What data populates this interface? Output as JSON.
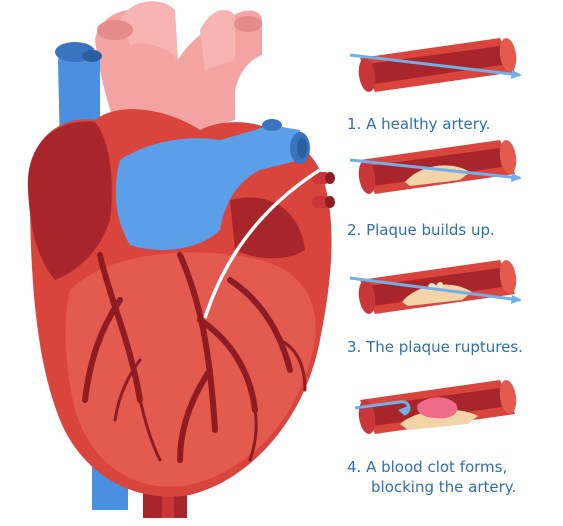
{
  "steps": [
    {
      "number": "1.",
      "text": "A healthy artery."
    },
    {
      "number": "2.",
      "text": "Plaque builds up."
    },
    {
      "number": "3.",
      "text": "The plaque ruptures."
    },
    {
      "number": "4.",
      "text": "A blood clot forms,",
      "text_line2": "blocking the artery."
    }
  ],
  "colors": {
    "caption": "#2f6fb0",
    "heart_red": "#d9443c",
    "heart_dark": "#a8262b",
    "vein_blue": "#4b8fe0",
    "aorta_pink": "#f4a3a3",
    "plaque": "#f3d3a8",
    "clot": "#f06a8a",
    "flow_arrow": "#6fb0e8"
  }
}
